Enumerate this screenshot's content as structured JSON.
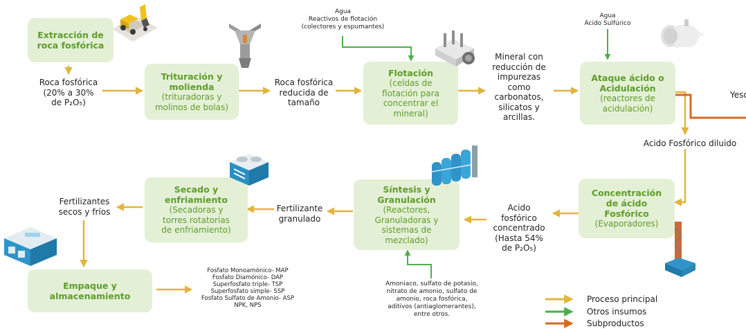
{
  "colors": {
    "box_fill": "#e4f0d6",
    "box_text": "#5e9c2b",
    "proceso_principal": "#e2b43d",
    "otros_insumos": "#4dae4b",
    "subproductos": "#d56a1f"
  },
  "boxes": {
    "extraccion": {
      "lines": [
        "Extracción de",
        "roca fosfórica"
      ],
      "sub": []
    },
    "trituracion": {
      "lines": [
        "Trituración y",
        "molienda"
      ],
      "sub": [
        "(trituradoras y",
        "molinos de bolas)"
      ]
    },
    "flotacion": {
      "lines": [
        "Flotación"
      ],
      "sub": [
        "(celdas de",
        "flotación para",
        "concentrar el",
        "mineral)"
      ]
    },
    "ataque": {
      "lines": [
        "Ataque ácido o",
        "Acidulación"
      ],
      "sub": [
        "(reactores de",
        "acidulación)"
      ]
    },
    "concentracion": {
      "lines": [
        "Concentración",
        "de ácido",
        "Fosfórico"
      ],
      "sub": [
        "(Evaporadores)"
      ]
    },
    "sintesis": {
      "lines": [
        "Síntesis y",
        "Granulación"
      ],
      "sub": [
        "(Reactores,",
        "Granuladoras y",
        "sistemas de",
        "mezclado)"
      ]
    },
    "secado": {
      "lines": [
        "Secado y",
        "enfriamiento"
      ],
      "sub": [
        "(Secadoras y",
        "torres rotatorias",
        "de enfriamiento)"
      ]
    },
    "empaque": {
      "lines": [
        "Empaque y",
        "almacenamiento"
      ],
      "sub": []
    }
  },
  "labels": {
    "roca": [
      "Roca fosfórica",
      "(20% a 30%",
      "de P₂O₅)"
    ],
    "reducida": [
      "Roca fosfórica",
      "reducida de",
      "tamaño"
    ],
    "reactivos": [
      "Agua",
      "Reactivos de flotación",
      "(colectores y espumantes)"
    ],
    "mineral": [
      "Mineral con",
      "reducción de",
      "impurezas",
      "como",
      "carbonatos,",
      "silicatos y",
      "arcillas."
    ],
    "agua_acido": [
      "Agua",
      "Ácido Sulfúrico"
    ],
    "yeso": [
      "Yeso"
    ],
    "diluido": [
      "Acido Fosfórico diluido"
    ],
    "concentrado": [
      "Acido",
      "fosfórico",
      "concentrado",
      "(Hasta 54%",
      "de P₂O₅)"
    ],
    "granulado": [
      "Fertilizante",
      "granulado"
    ],
    "secos": [
      "Fertilizantes",
      "secos y fríos"
    ],
    "insumos": [
      "Amoniaco, sulfato de potasio,",
      "nitrato de amonio, sulfato de",
      "amonio, roca fosfórica,",
      "aditivos (antiaglomerantes),",
      "entre otros."
    ],
    "productos": [
      "Fosfato Monoamónico- MAP",
      "Fosfato Diamónico- DAP",
      "Superfosfato triple- TSP",
      "Superfosfato simple- SSP",
      "Fosfato Sulfato de Amonio- ASP",
      "NPK, NPS"
    ]
  },
  "legend": {
    "proceso_principal": "Proceso principal",
    "otros_insumos": "Otros insumos",
    "subproductos": "Subproductos"
  },
  "icons": [
    "mining-truck-icon",
    "crusher-icon",
    "flotation-cell-icon",
    "tank-icon",
    "cooling-tower-icon",
    "silos-icon",
    "evaporator-tower-icon",
    "warehouse-icon"
  ]
}
